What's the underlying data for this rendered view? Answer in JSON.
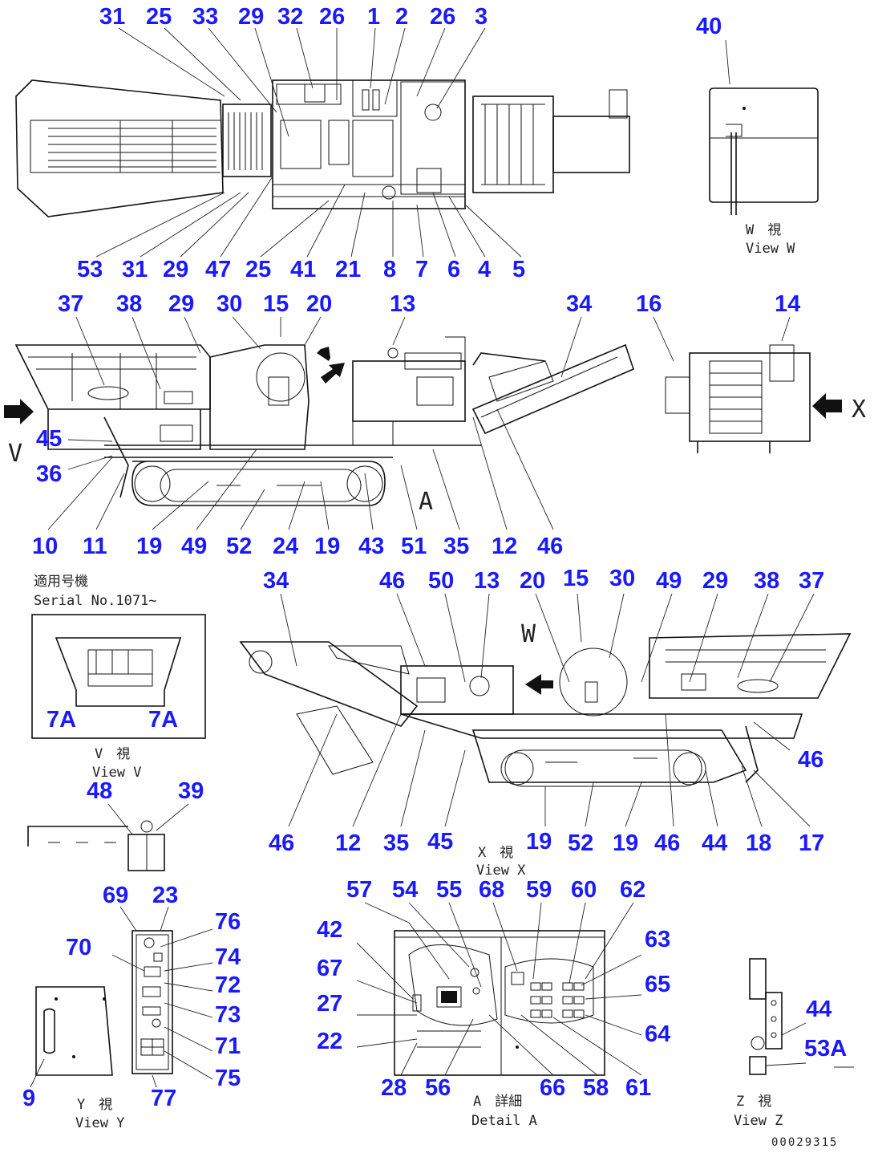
{
  "views": {
    "top": {
      "callouts_top": [
        "31",
        "25",
        "33",
        "29",
        "32",
        "26",
        "1",
        "2",
        "26",
        "3"
      ],
      "callouts_bottom": [
        "53",
        "31",
        "29",
        "47",
        "25",
        "41",
        "21",
        "8",
        "7",
        "6",
        "4",
        "5"
      ]
    },
    "side": {
      "callouts_top": [
        "37",
        "38",
        "29",
        "30",
        "15",
        "20",
        "13",
        "34",
        "16",
        "14"
      ],
      "callouts_left": [
        "45",
        "36"
      ],
      "callouts_bottom": [
        "10",
        "11",
        "19",
        "49",
        "52",
        "24",
        "19",
        "43",
        "51",
        "35",
        "12",
        "46"
      ],
      "arrow_letters": {
        "v": "V",
        "x": "X",
        "a": "A"
      }
    },
    "view_w": {
      "callout": "40",
      "caption_jp": "W　視",
      "caption_en": "View W"
    },
    "serial": {
      "line1": "適用号機",
      "line2": "Serial No.1071~",
      "callouts": [
        "7A",
        "7A"
      ],
      "caption_jp": "V　視",
      "caption_en": "View V"
    },
    "view_x": {
      "callouts_top": [
        "34",
        "46",
        "50",
        "13",
        "20",
        "15",
        "30",
        "49",
        "29",
        "38",
        "37"
      ],
      "callouts_right": [
        "46"
      ],
      "callouts_bottom": [
        "46",
        "12",
        "35",
        "45",
        "19",
        "52",
        "19",
        "46",
        "44",
        "18",
        "17"
      ],
      "arrow_letter": "W",
      "caption_jp": "X　視",
      "caption_en": "View X"
    },
    "view_y": {
      "callouts": [
        "48",
        "39",
        "69",
        "23",
        "70",
        "76",
        "74",
        "72",
        "73",
        "71",
        "75",
        "9",
        "77"
      ],
      "caption_jp": "Y　視",
      "caption_en": "View Y"
    },
    "detail_a": {
      "callouts_top": [
        "57",
        "54",
        "55",
        "68",
        "59",
        "60",
        "62"
      ],
      "callouts_left": [
        "42",
        "67",
        "27",
        "22"
      ],
      "callouts_right": [
        "63",
        "65",
        "64"
      ],
      "callouts_bottom": [
        "28",
        "56",
        "66",
        "58",
        "61"
      ],
      "caption_jp": "A　詳細",
      "caption_en": "Detail A"
    },
    "view_z": {
      "callouts": [
        "44",
        "53A"
      ],
      "caption_jp": "Z　視",
      "caption_en": "View Z"
    }
  },
  "doc_number": "00029315"
}
